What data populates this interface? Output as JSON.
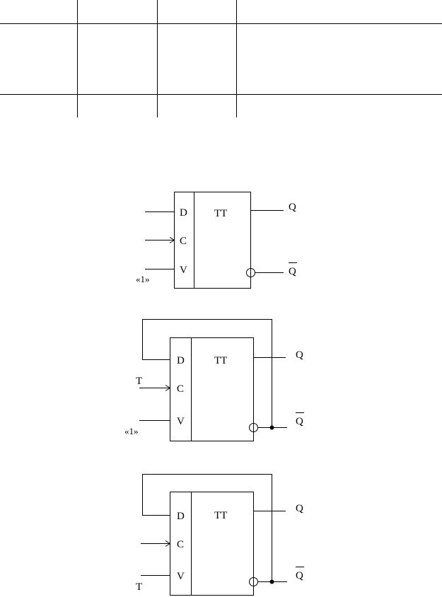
{
  "table": {
    "columns": 4,
    "rows": 2
  },
  "diagrams": [
    {
      "block_label": "TT",
      "inputs": {
        "d": "D",
        "c": "C",
        "v": "V"
      },
      "outputs": {
        "q": "Q",
        "qbar": "Q"
      },
      "signals": {
        "v_input": "«1»"
      }
    },
    {
      "block_label": "TT",
      "inputs": {
        "d": "D",
        "c": "C",
        "v": "V"
      },
      "outputs": {
        "q": "Q",
        "qbar": "Q"
      },
      "signals": {
        "c_input": "T",
        "v_input": "«1»"
      }
    },
    {
      "block_label": "TT",
      "inputs": {
        "d": "D",
        "c": "C",
        "v": "V"
      },
      "outputs": {
        "q": "Q",
        "qbar": "Q"
      },
      "signals": {
        "v_input": "T"
      }
    }
  ]
}
